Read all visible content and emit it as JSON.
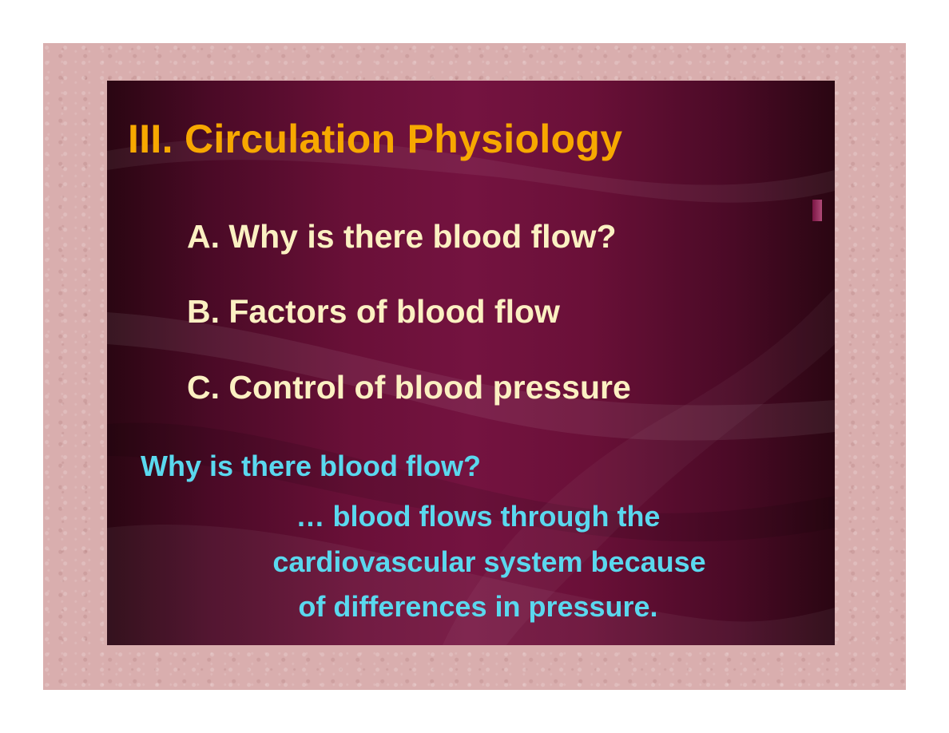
{
  "slide": {
    "title": "III. Circulation Physiology",
    "outline": [
      "A. Why is there blood flow?",
      "B. Factors of blood flow",
      "C. Control of blood pressure"
    ],
    "question": "Why is there blood flow?",
    "answer_lines": [
      "… blood flows through the",
      "cardiovascular system because",
      "of differences in pressure."
    ]
  },
  "colors": {
    "frame_background": "#d9aeae",
    "slide_background": "#6a1038",
    "title": "#f7a800",
    "outline_text": "#fbf0c2",
    "question_text": "#5ad8ee"
  }
}
